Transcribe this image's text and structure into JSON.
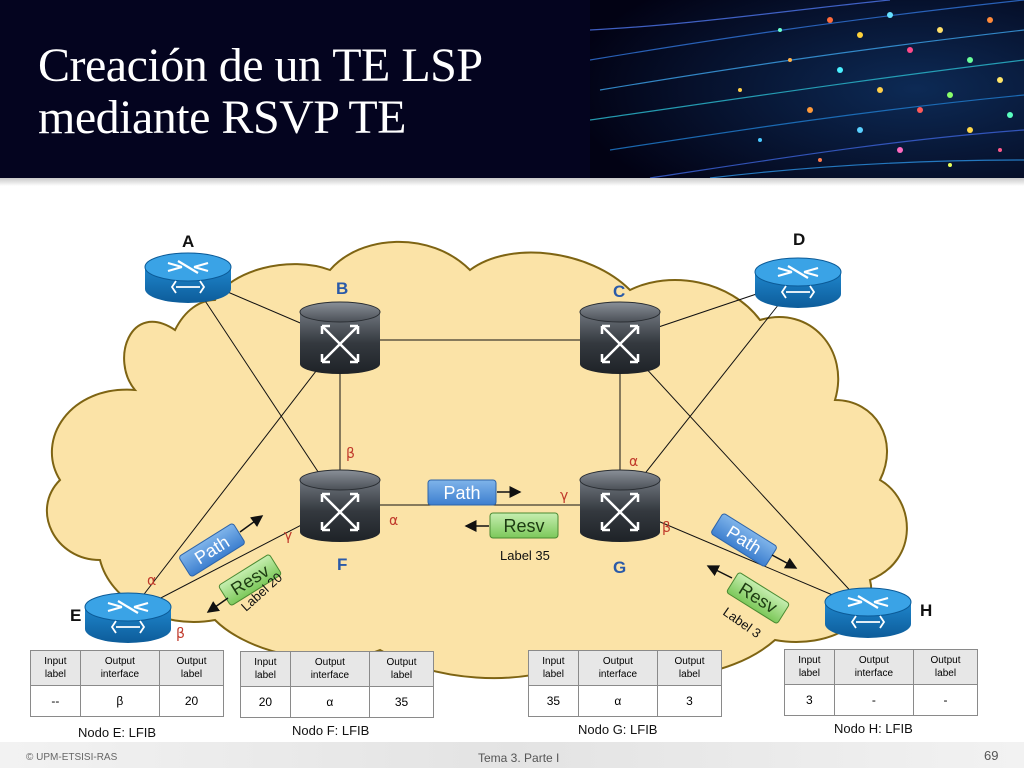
{
  "title": [
    "Creación de un TE LSP",
    "mediante RSVP TE"
  ],
  "nodes": {
    "A": "A",
    "B": "B",
    "C": "C",
    "D": "D",
    "E": "E",
    "F": "F",
    "G": "G",
    "H": "H"
  },
  "interfaces": {
    "F_top_beta": "β",
    "F_left_gamma": "γ",
    "F_right_alpha": "α",
    "G_top_alpha": "α",
    "G_left_gamma": "γ",
    "G_right_beta": "β",
    "E_alpha": "α",
    "E_beta": "β"
  },
  "messages": {
    "path_FG": "Path",
    "resv_FG": "Resv",
    "path_EF": "Path",
    "resv_EF": "Resv",
    "path_GH": "Path",
    "resv_GH": "Resv",
    "label_FG": "Label 35",
    "label_EF": "Label 20",
    "label_GH": "Label 3"
  },
  "tables": [
    {
      "caption": "Nodo E: LFIB",
      "headers": [
        [
          "Input",
          "label"
        ],
        [
          "Output",
          "interface"
        ],
        [
          "Output",
          "label"
        ]
      ],
      "row": [
        "--",
        "β",
        "20"
      ]
    },
    {
      "caption": "Nodo F: LFIB",
      "headers": [
        [
          "Input",
          "label"
        ],
        [
          "Output",
          "interface"
        ],
        [
          "Output",
          "label"
        ]
      ],
      "row": [
        "20",
        "α",
        "35"
      ]
    },
    {
      "caption": "Nodo G: LFIB",
      "headers": [
        [
          "Input",
          "label"
        ],
        [
          "Output",
          "interface"
        ],
        [
          "Output",
          "label"
        ]
      ],
      "row": [
        "35",
        "α",
        "3"
      ]
    },
    {
      "caption": "Nodo H: LFIB",
      "headers": [
        [
          "Input",
          "label"
        ],
        [
          "Output",
          "interface"
        ],
        [
          "Output",
          "label"
        ]
      ],
      "row": [
        "3",
        "-",
        "-"
      ]
    }
  ],
  "footer": {
    "left": "© UPM-ETSISI-RAS",
    "center": "Tema 3. Parte I",
    "page": "69"
  },
  "colors": {
    "header_bg": "#04041f",
    "cloud_fill": "#fbe3a7",
    "cloud_stroke": "#8a6a12",
    "router_blue": "#1f7fc4",
    "switch_dark": "#3a3f46",
    "path_blue": "#4a8ed6",
    "resv_green": "#8fd16a"
  }
}
